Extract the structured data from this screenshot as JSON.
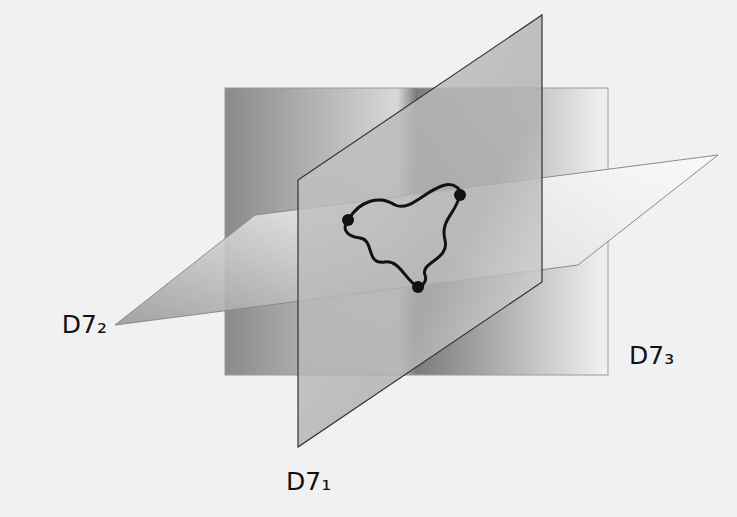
{
  "diagram": {
    "labels": [
      "D7₂",
      "D7₃",
      "D7₁"
    ]
  }
}
